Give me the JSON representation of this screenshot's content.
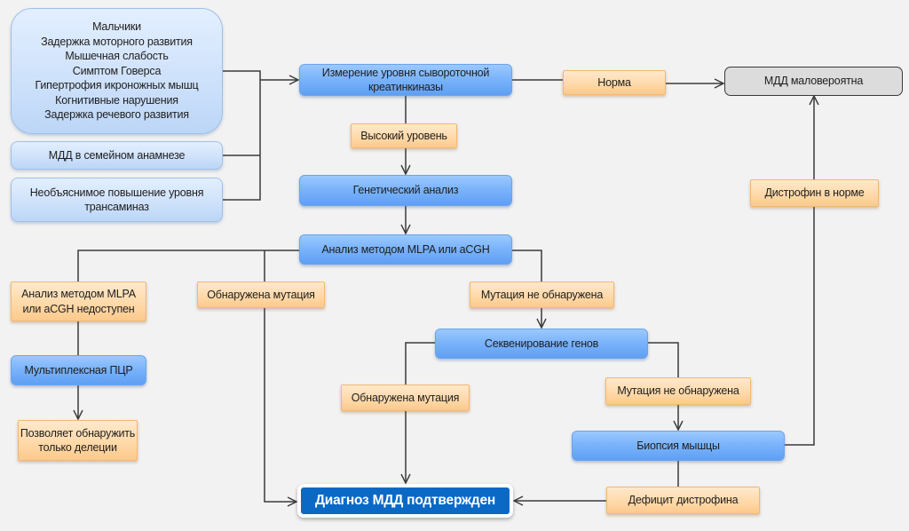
{
  "diagram": {
    "type": "flowchart",
    "colors": {
      "background": "#f2f2f2",
      "process_node": "#7bb4fb",
      "symptom_node": "#cfe2fb",
      "condition_label": "#ffd8a6",
      "terminal_unlikely": "#dcdcdc",
      "terminal_confirmed": "#0b69c6",
      "connector": "#3a3a3a"
    },
    "nodes": {
      "symptoms": "Мальчики\nЗадержка моторного развития\nМышечная слабость\nСимптом Говерса\nГипертрофия икроножных мышц\nКогнитивные нарушения\nЗадержка речевого развития",
      "family_history": "МДД в семейном анамнезе",
      "transaminases": "Необъяснимое повышение уровня\nтрансаминаз",
      "ck_measurement": "Измерение уровня сывороточной\nкреатинкиназы",
      "ck_normal": "Норма",
      "dmd_unlikely": "МДД маловероятна",
      "ck_high": "Высокий уровень",
      "genetic_analysis": "Генетический анализ",
      "mlpa_acgh": "Анализ методом MLPA или aCGH",
      "mlpa_unavailable": "Анализ методом MLPA\nили aCGH недоступен",
      "mutation_found_1": "Обнаружена мутация",
      "mutation_not_found_1": "Мутация не обнаружена",
      "multiplex_pcr": "Мультиплексная ПЦР",
      "deletions_only": "Позволяет обнаружить\nтолько делеции",
      "gene_sequencing": "Секвенирование генов",
      "mutation_found_2": "Обнаружена мутация",
      "mutation_not_found_2": "Мутация не обнаружена",
      "muscle_biopsy": "Биопсия мышцы",
      "dystrophin_normal": "Дистрофин в норме",
      "dystrophin_deficit": "Дефицит дистрофина",
      "dmd_confirmed": "Диагноз МДД подтвержден"
    },
    "edges": [
      [
        "symptoms",
        "ck_measurement"
      ],
      [
        "family_history",
        "ck_measurement"
      ],
      [
        "transaminases",
        "ck_measurement"
      ],
      [
        "ck_measurement",
        "ck_normal",
        "dmd_unlikely"
      ],
      [
        "ck_measurement",
        "ck_high",
        "genetic_analysis"
      ],
      [
        "genetic_analysis",
        "mlpa_acgh"
      ],
      [
        "mlpa_acgh",
        "mlpa_unavailable",
        "multiplex_pcr",
        "deletions_only"
      ],
      [
        "mlpa_acgh",
        "mutation_found_1",
        "dmd_confirmed"
      ],
      [
        "mlpa_acgh",
        "mutation_not_found_1",
        "gene_sequencing"
      ],
      [
        "gene_sequencing",
        "mutation_found_2",
        "dmd_confirmed"
      ],
      [
        "gene_sequencing",
        "mutation_not_found_2",
        "muscle_biopsy"
      ],
      [
        "muscle_biopsy",
        "dystrophin_normal",
        "dmd_unlikely"
      ],
      [
        "muscle_biopsy",
        "dystrophin_deficit",
        "dmd_confirmed"
      ]
    ]
  }
}
